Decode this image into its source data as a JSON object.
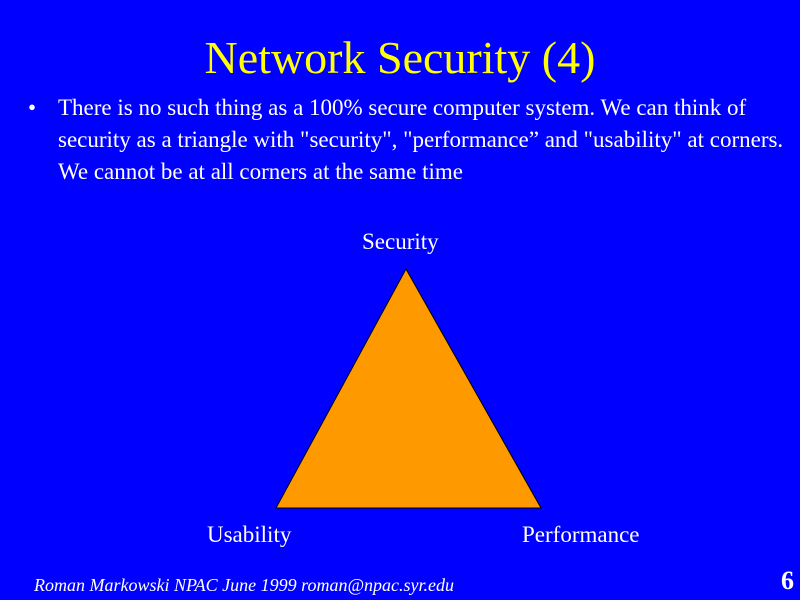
{
  "slide": {
    "title": "Network Security (4)",
    "bullet_symbol": "•",
    "bullet_text": "There is no such thing as a 100% secure computer system. We can think of security as a triangle with \"security\", \"performance” and \"usability\" at corners. We cannot be at all corners at the same time",
    "triangle": {
      "top_label": "Security",
      "left_label": "Usability",
      "right_label": "Performance",
      "fill_color": "#ff9900",
      "stroke_color": "#000000"
    },
    "footer_text": "Roman Markowski  NPAC  June 1999 roman@npac.syr.edu",
    "page_number": "6"
  },
  "colors": {
    "background": "#0000ff",
    "title": "#ffff00",
    "text": "#ffffff"
  }
}
